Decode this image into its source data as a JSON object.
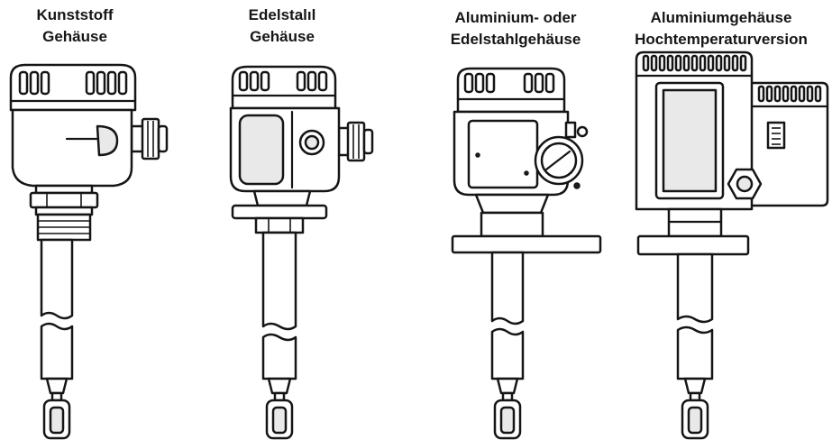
{
  "labels": {
    "kunststoff": {
      "line1": "Kunststoff",
      "line2": "Gehäuse"
    },
    "edelstahl": {
      "line1": "Edelstalıl",
      "line2": "Gehäuse"
    },
    "aluminium": {
      "line1": "Aluminium- oder",
      "line2": "Edelstahlgehäuse"
    },
    "hochtemperatur": {
      "line1": "Aluminiumgehäuse",
      "line2": "Hochtemperaturversion"
    }
  }
}
